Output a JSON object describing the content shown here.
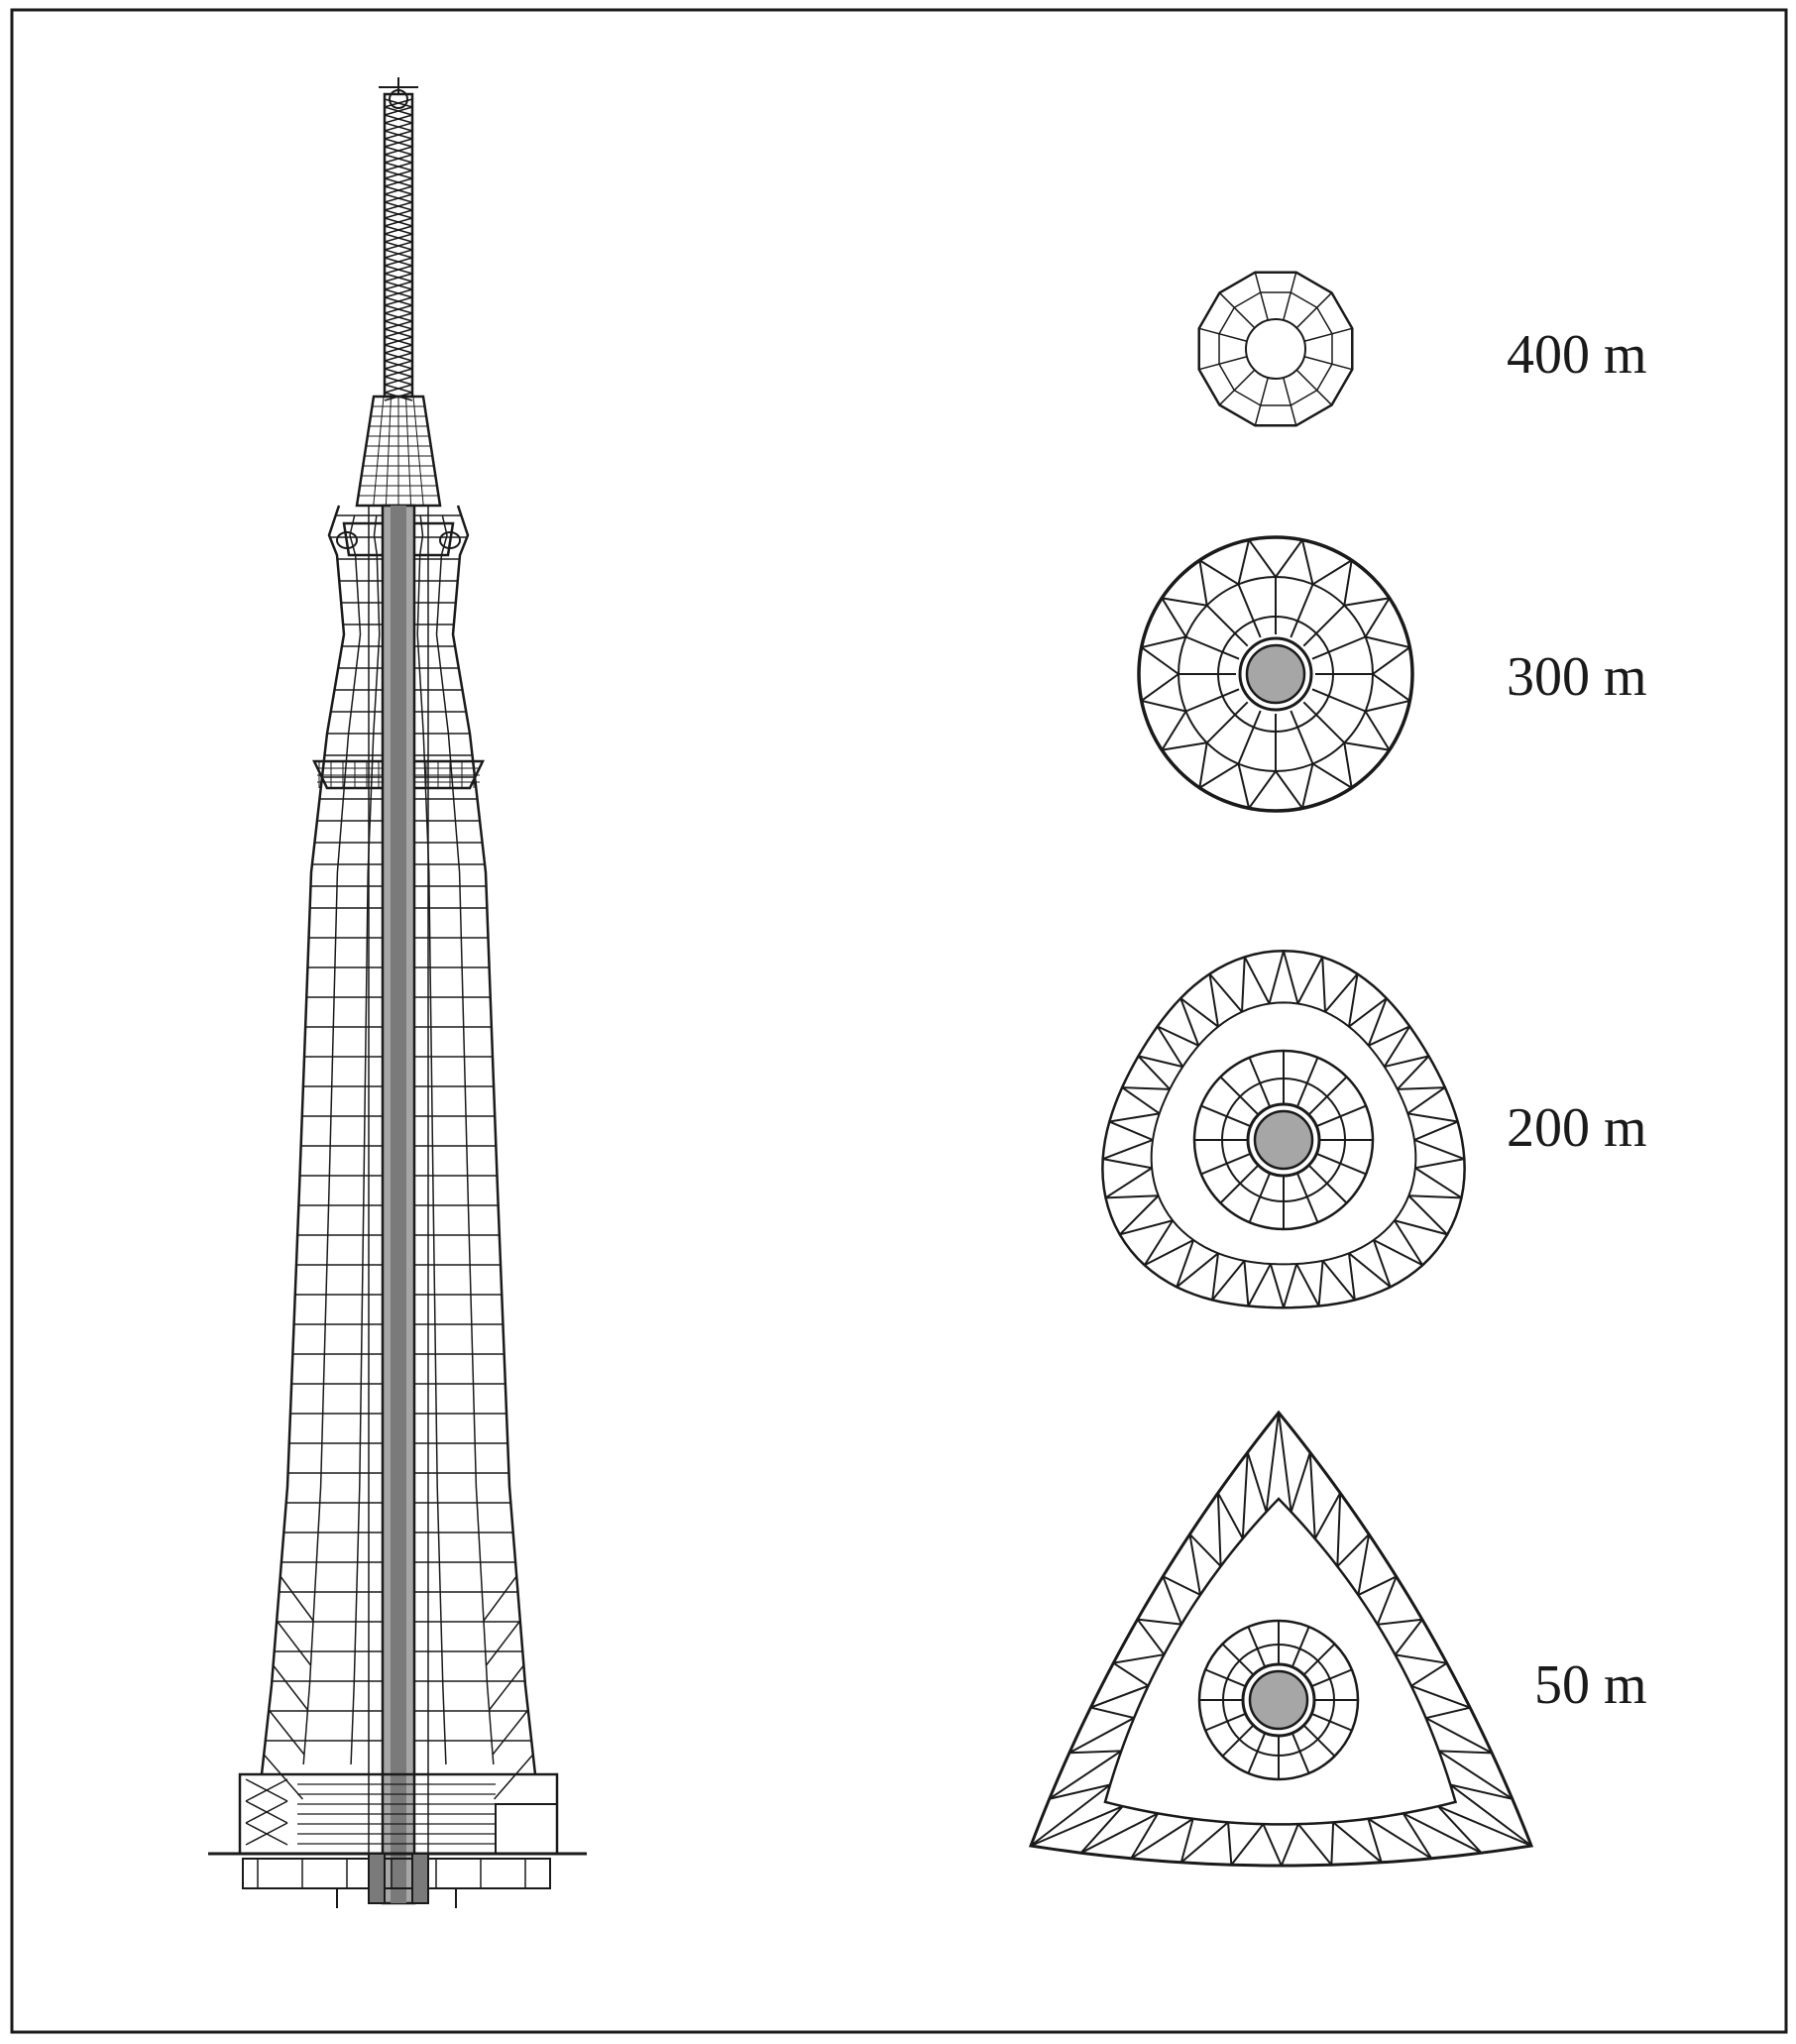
{
  "colors": {
    "line": "#1a1a1a",
    "core": "#a6a6a6",
    "shaft": "#7a7a7a",
    "background": "#ffffff"
  },
  "sections": [
    {
      "label": "400 m",
      "shape": "ring"
    },
    {
      "label": "300 m",
      "shape": "circle"
    },
    {
      "label": "200 m",
      "shape": "rounded-triangle"
    },
    {
      "label": "50 m",
      "shape": "triangle"
    }
  ]
}
